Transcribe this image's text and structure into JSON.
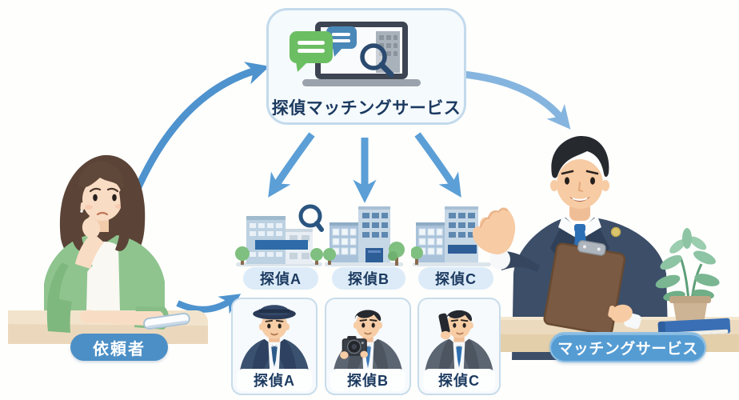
{
  "service": {
    "label": "探偵マッチングサービス",
    "icon": "laptop-icon",
    "screen_icons": [
      "chat-bubble-green-icon",
      "chat-bubble-blue-icon",
      "search-icon",
      "office-building-icon"
    ]
  },
  "client": {
    "label": "依頼者",
    "icon": "smartphone-icon"
  },
  "matching_service": {
    "label": "マッチングサービス",
    "icons": [
      "clipboard-icon",
      "plant-icon",
      "book-icon"
    ]
  },
  "agencies": [
    {
      "label": "探偵A",
      "icon": "office-building-icon",
      "overlay_icon": "search-icon"
    },
    {
      "label": "探偵B",
      "icon": "office-building-icon"
    },
    {
      "label": "探偵C",
      "icon": "office-building-icon"
    }
  ],
  "detectives": [
    {
      "label": "探偵A",
      "icon": "detective-hat-portrait-icon"
    },
    {
      "label": "探偵B",
      "icon": "detective-camera-portrait-icon"
    },
    {
      "label": "探偵C",
      "icon": "detective-phone-portrait-icon"
    }
  ],
  "flows": [
    {
      "from": "client",
      "to": "service"
    },
    {
      "from": "service",
      "to": "matching_service"
    },
    {
      "from": "service",
      "to": "agency_a"
    },
    {
      "from": "service",
      "to": "agency_b"
    },
    {
      "from": "service",
      "to": "agency_c"
    },
    {
      "from": "client",
      "to": "detectives"
    }
  ],
  "colors": {
    "arrow_blue": "#4E93CE",
    "arrow_light_blue": "#85B5DF",
    "arrow_mid_blue": "#5B9FD6",
    "badge_blue": "#4C8FC6",
    "badge_light_blue": "#559CD3",
    "pill_bg": "#DCEBF7",
    "navy_text": "#1C3A60",
    "box_border": "#C3DAEC",
    "box_bg": "#F5FAFD",
    "bubble_green": "#6CBE63",
    "bubble_blue": "#4A88B8",
    "sign_blue": "#2E6BA8"
  }
}
